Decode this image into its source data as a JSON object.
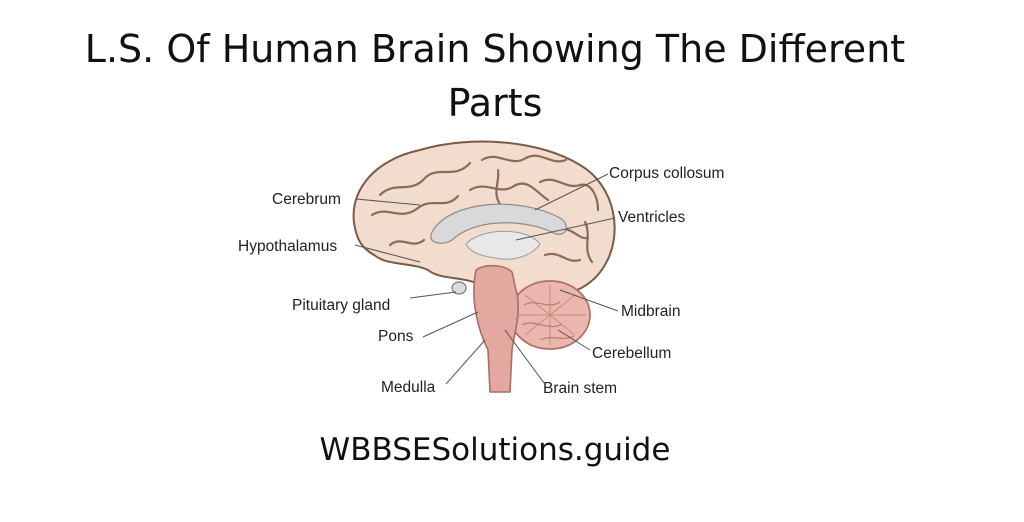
{
  "title": {
    "line1": "L.S. Of Human Brain Showing The Different",
    "line2": "Parts"
  },
  "labels": {
    "cerebrum": "Cerebrum",
    "hypothalamus": "Hypothalamus",
    "pituitary_gland": "Pituitary gland",
    "pons": "Pons",
    "medulla": "Medulla",
    "corpus_collosum": "Corpus collosum",
    "ventricles": "Ventricles",
    "midbrain": "Midbrain",
    "cerebellum": "Cerebellum",
    "brain_stem": "Brain stem"
  },
  "watermark": "WBBSESolutions.guide",
  "colors": {
    "cortex": "#f1dccd",
    "cortex_outline": "#7a5a48",
    "callosum": "#d9d9d9",
    "brainstem": "#e3a9a0",
    "cerebellum": "#eab6ad"
  }
}
